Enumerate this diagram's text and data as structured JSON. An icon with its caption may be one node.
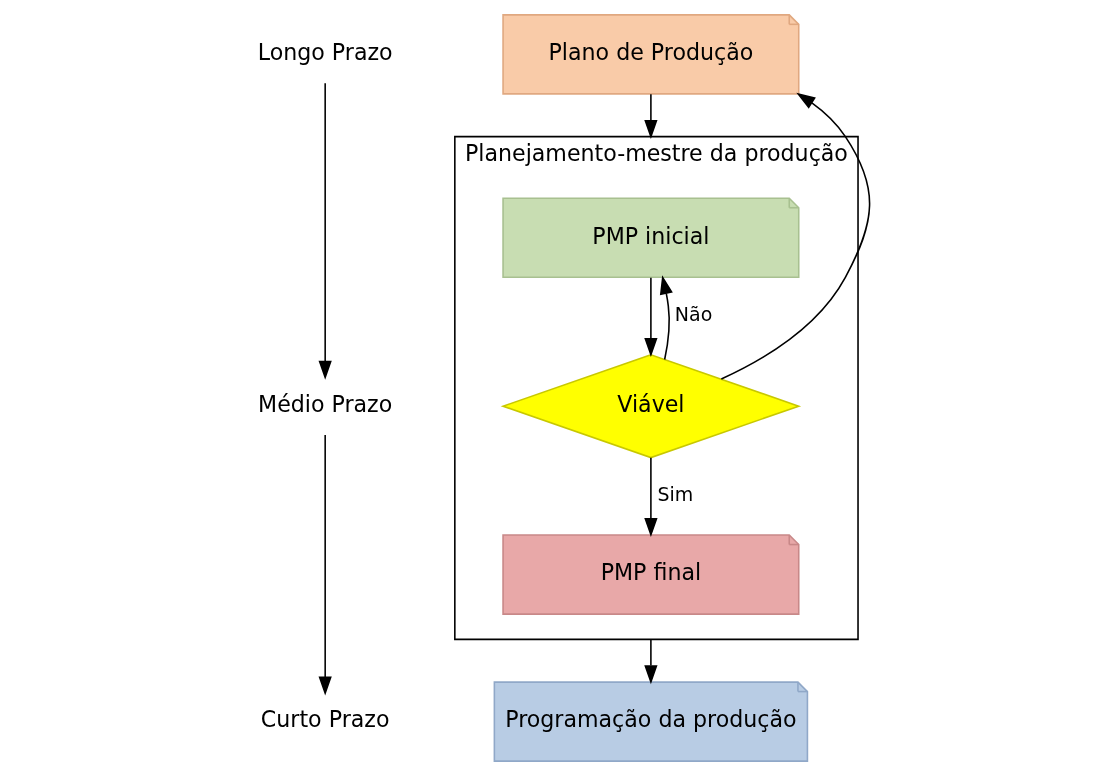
{
  "diagram": {
    "nodes": [
      {
        "text": [
          "Longo Prazo"
        ]
      },
      {
        "text": [
          "Médio Prazo"
        ]
      },
      {
        "text": [
          "Curto Prazo"
        ]
      },
      {
        "text": [
          "Plano de Produção"
        ]
      },
      {
        "text": [
          "Planejamento-mestre da produção"
        ]
      },
      {
        "text": [
          "PMP inicial"
        ],
        "in": 4
      },
      {
        "text": [
          "Viável"
        ],
        "in": 4
      },
      {
        "text": [
          "PMP final"
        ],
        "in": 4
      },
      {
        "text": [
          "Programação da produção"
        ]
      }
    ],
    "edges": [
      {
        "from": 0,
        "to": 1,
        "arrow": "to"
      },
      {
        "from": 1,
        "to": 2,
        "arrow": "to"
      },
      {
        "from": 3,
        "to": 4,
        "arrow": "to"
      },
      {
        "from": 5,
        "to": 6,
        "arrow": "to"
      },
      {
        "from": 6,
        "to": 7,
        "arrow": "to",
        "label": "Sim"
      },
      {
        "from": 6,
        "to": 5,
        "arrow": "to",
        "label": "Não"
      },
      {
        "from": 6,
        "to": 3,
        "arrow": "to"
      },
      {
        "from": 4,
        "to": 8,
        "arrow": "to"
      }
    ]
  }
}
